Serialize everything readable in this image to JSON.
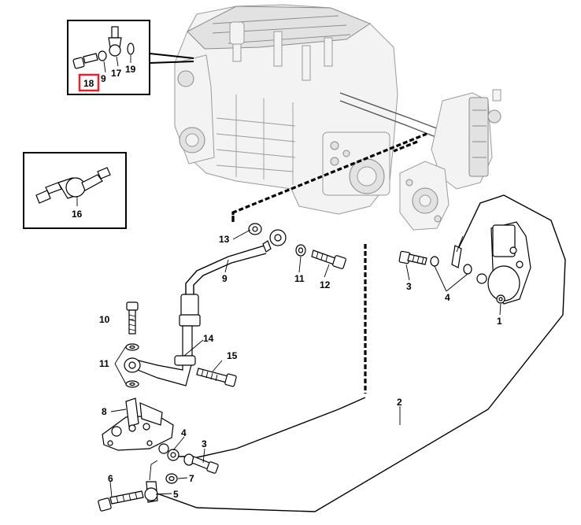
{
  "diagram": {
    "highlight_color": "#e8202a",
    "labels": {
      "p1": "1",
      "p2": "2",
      "p3a": "3",
      "p3b": "3",
      "p4a": "4",
      "p4b": "4",
      "p5": "5",
      "p6": "6",
      "p7": "7",
      "p8": "8",
      "p9": "9",
      "p10": "10",
      "p11a": "11",
      "p11b": "11",
      "p12": "12",
      "p13": "13",
      "p14": "14",
      "p15": "15",
      "p16": "16",
      "inset_9": "9",
      "inset_17": "17",
      "inset_18": "18",
      "inset_19": "19"
    }
  }
}
